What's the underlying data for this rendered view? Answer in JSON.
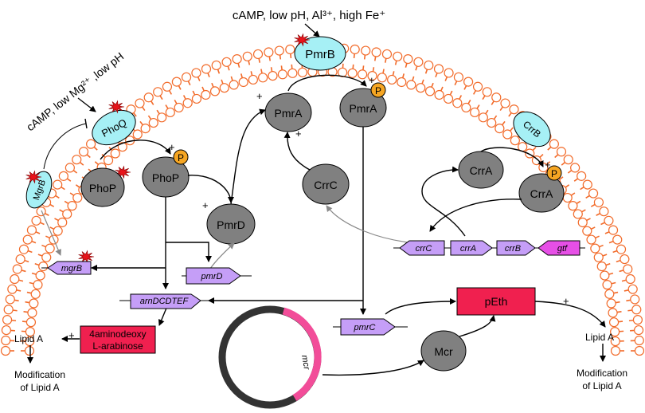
{
  "signals": {
    "pmrb_signal": "cAMP, low pH, Al³⁺, high Fe⁺",
    "phoq_signal": "cAMP, low Mg²⁺ ,low pH"
  },
  "proteins": {
    "pmrb": "PmrB",
    "phoq": "PhoQ",
    "mgrb": "MgrB",
    "crrb": "CrrB",
    "phop": "PhoP",
    "phop_p": "PhoP",
    "pmra": "PmrA",
    "pmra_p": "PmrA",
    "pmrd": "PmrD",
    "crrc": "CrrC",
    "crra": "CrrA",
    "crra_p": "CrrA",
    "mcr": "Mcr"
  },
  "phospho_label": "P",
  "plus_sign": "+",
  "genes": {
    "mgrb": "mgrB",
    "pmrd": "pmrD",
    "arn": "arnDCDTEF",
    "pmrc": "pmrC",
    "crrc": "crrC",
    "crra": "crrA",
    "crrb": "crrB",
    "gtf": "gtf",
    "mcr_plasmid": "mcr"
  },
  "boxes": {
    "ara_line1": "4aminodeoxy",
    "ara_line2": "L-arabinose",
    "peth": "pEth"
  },
  "lipid": {
    "left_label": "Lipid A",
    "right_label": "Lipid A",
    "left_mod_line1": "Modification",
    "left_mod_line2": "of Lipid A",
    "right_mod_line1": "Modification",
    "right_mod_line2": "of Lipid A"
  },
  "colors": {
    "membrane": "#f26b2a",
    "sensor_fill": "#a6f0f5",
    "regulator_fill": "#808080",
    "phospho_fill": "#f6a623",
    "gene_fill": "#c59ef7",
    "gene_gtf_fill": "#e64fe6",
    "box_fill": "#f0204f",
    "plasmid_dark": "#333333",
    "plasmid_pink": "#f24d99",
    "star": "#e8141b",
    "gray_arrow": "#888888"
  }
}
